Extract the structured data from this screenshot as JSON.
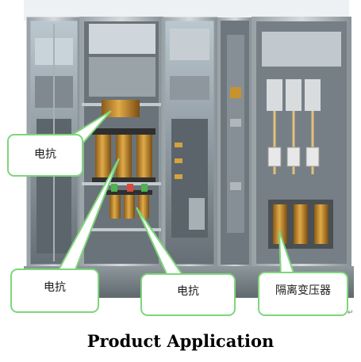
{
  "photo": {
    "subject-icon": "switchgear-cabinet-photo",
    "colors": {
      "background": "#ffffff",
      "cabinet_frame": "#b9c2c7",
      "cabinet_interior": "#6d7479",
      "reactor_coil": "#c8922e",
      "callout_border": "#7ed67a",
      "callout_fill": "#ffffff"
    }
  },
  "callouts": [
    {
      "label": "电抗"
    },
    {
      "label": "电抗"
    },
    {
      "label": "电抗"
    },
    {
      "label": "隔离变压器"
    }
  ],
  "caption": "Product Application",
  "paragraph_mark": "↵"
}
